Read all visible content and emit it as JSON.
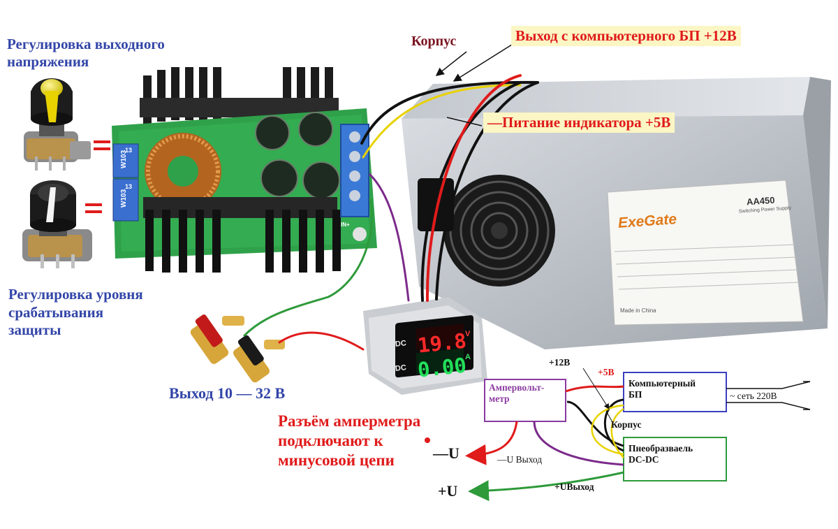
{
  "labels": {
    "output_voltage_adjust": [
      "Регулировка выходного",
      "напряжения"
    ],
    "protection_level_adjust": [
      "Регулировка уровня",
      "срабатывания",
      "защиты"
    ],
    "output_range": "Выход 10 — 32 В",
    "case": "Корпус",
    "pc_psu_output": "Выход с компьютерного БП +12В",
    "indicator_power": "—Питание индикатора +5В",
    "ammeter_connector_note": [
      "Разъём амперметра",
      "подключают к",
      "минусовой цепи"
    ]
  },
  "board": {
    "pot_1": "W103",
    "pot_2": "W103",
    "pot_marks_1": "13",
    "pot_marks_2": "13",
    "terminal": "IN+"
  },
  "psu": {
    "brand": "ExeGate",
    "model": "AA450",
    "model_sub": "Switching Power Supply",
    "made_in": "Made in China"
  },
  "meter": {
    "voltage_value": "19.8",
    "current_value": "0.00",
    "voltage_unit": "V",
    "current_unit": "A",
    "dc_top": "DC",
    "dc_bottom": "DC"
  },
  "schematic": {
    "ammeter_block": [
      "Ампервольт-",
      "метр"
    ],
    "psu_block": [
      "Компьютерный",
      "БП"
    ],
    "converter_block": [
      "Пнеобразваель",
      "DC-DC"
    ],
    "plus12": "+12В",
    "plus5": "+5В",
    "case": "Корпус",
    "mains": "~ сеть 220В",
    "minus_u_out": "—U Выход",
    "plus_u_out": "+UВыход",
    "minus_u": "—U",
    "plus_u": "+U"
  },
  "colors": {
    "title_blue": "#3346a8",
    "accent_red": "#e01b1b",
    "case_label": "#7a1320",
    "highlight": "#fbf6c4",
    "wire_red": "#e01b1b",
    "wire_black": "#111111",
    "wire_yellow": "#e8d200",
    "wire_purple": "#7b2a8a",
    "wire_green": "#2e9a3a",
    "schem_block_blue": "#3a3fc0",
    "schem_block_purple": "#8a3aa0",
    "schem_block_green": "#2e9a3a"
  }
}
